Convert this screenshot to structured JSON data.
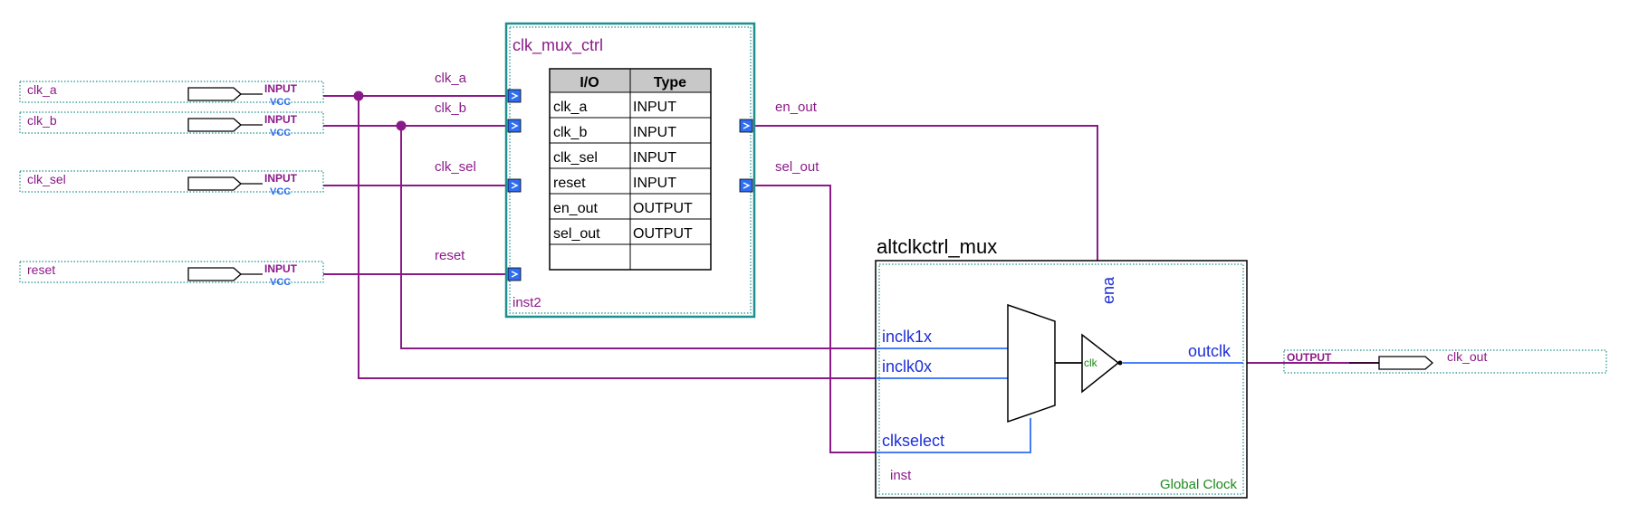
{
  "colors": {
    "wire": "#8B1A89",
    "port_text": "#8B1A89",
    "block_border": "#000000",
    "dotted_border": "#1F8E8E",
    "pin_fill": "#2F6DF2",
    "mux_wire": "#2F6DF2",
    "mux_label": "#1D2FD9",
    "green": "#1C8A1C"
  },
  "input_pins": [
    {
      "name": "clk_a",
      "type": "INPUT",
      "default": "VCC"
    },
    {
      "name": "clk_b",
      "type": "INPUT",
      "default": "VCC"
    },
    {
      "name": "clk_sel",
      "type": "INPUT",
      "default": "VCC"
    },
    {
      "name": "reset",
      "type": "INPUT",
      "default": "VCC"
    }
  ],
  "output_pin": {
    "name": "clk_out",
    "type": "OUTPUT"
  },
  "clk_mux_ctrl": {
    "title": "clk_mux_ctrl",
    "instance": "inst2",
    "table_headers": [
      "I/O",
      "Type"
    ],
    "table_rows": [
      [
        "clk_a",
        "INPUT"
      ],
      [
        "clk_b",
        "INPUT"
      ],
      [
        "clk_sel",
        "INPUT"
      ],
      [
        "reset",
        "INPUT"
      ],
      [
        "en_out",
        "OUTPUT"
      ],
      [
        "sel_out",
        "OUTPUT"
      ]
    ],
    "input_ports": [
      "clk_a",
      "clk_b",
      "clk_sel",
      "reset"
    ],
    "output_ports": [
      "en_out",
      "sel_out"
    ]
  },
  "altclkctrl_mux": {
    "title": "altclkctrl_mux",
    "instance": "inst",
    "footer": "Global Clock",
    "ports": {
      "inclk1x": "inclk1x",
      "inclk0x": "inclk0x",
      "clkselect": "clkselect",
      "outclk": "outclk",
      "ena": "ena",
      "clk": "clk"
    }
  }
}
